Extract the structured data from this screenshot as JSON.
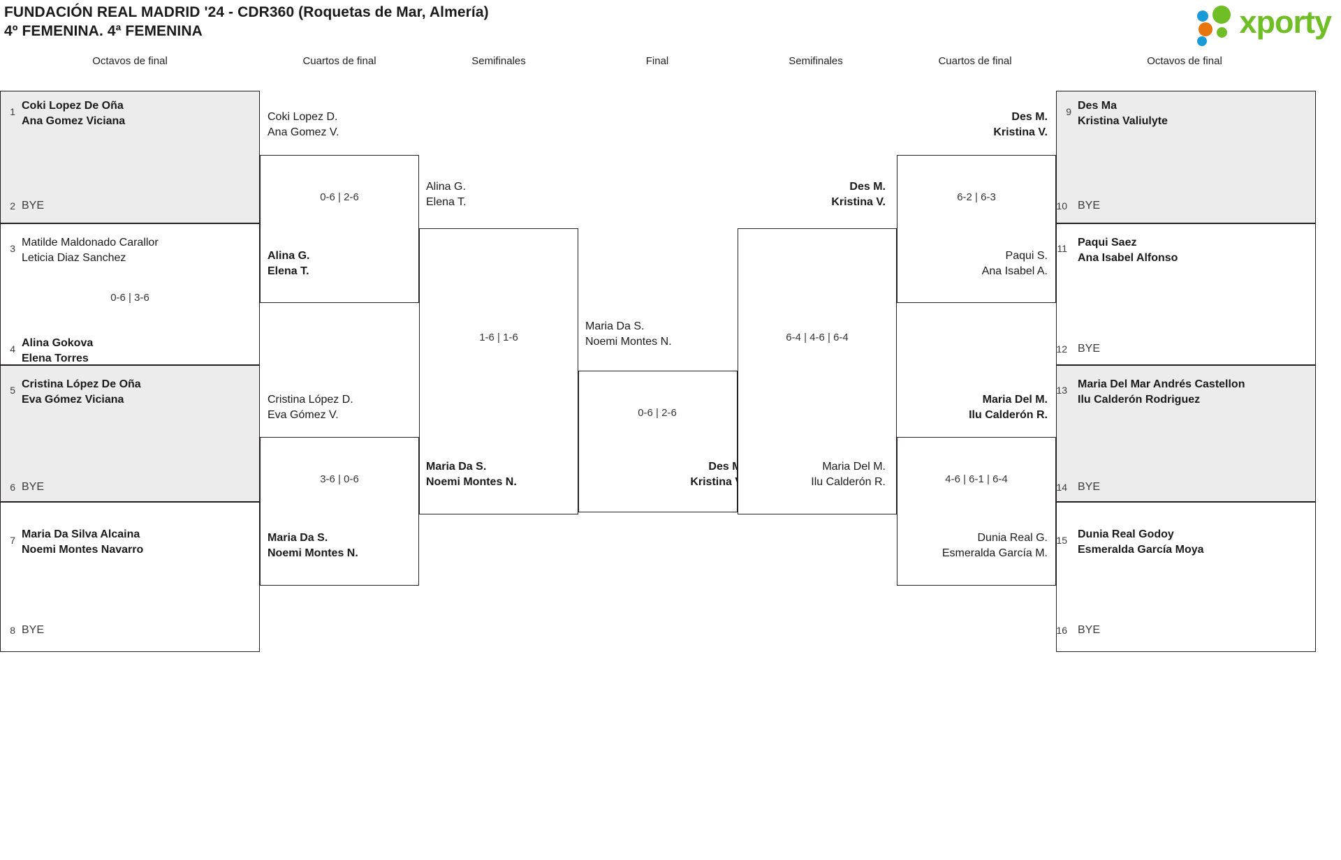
{
  "header": {
    "title_line1": "FUNDACIÓN REAL MADRID '24 - CDR360 (Roquetas de Mar, Almería)",
    "title_line2": "4º FEMENINA. 4ª FEMENINA",
    "logo_text": "xporty"
  },
  "round_labels": {
    "left_r16": "Octavos de final",
    "left_qf": "Cuartos de final",
    "left_sf": "Semifinales",
    "final": "Final",
    "right_sf": "Semifinales",
    "right_qf": "Cuartos de final",
    "right_r16": "Octavos de final"
  },
  "left_r16": [
    {
      "seed": "1",
      "line1": "Coki Lopez De Oña",
      "line2": "Ana Gomez Viciana",
      "bold": true,
      "shaded": true
    },
    {
      "seed": "2",
      "bye": "BYE",
      "shaded": true
    },
    {
      "seed": "3",
      "line1": "Matilde Maldonado Carallor",
      "line2": "Leticia Diaz Sanchez",
      "bold": false,
      "shaded": false
    },
    {
      "seed": "4",
      "line1": "Alina Gokova",
      "line2": "Elena Torres",
      "bold": true,
      "shaded": false
    },
    {
      "seed": "5",
      "line1": "Cristina López De Oña",
      "line2": "Eva Gómez Viciana",
      "bold": true,
      "shaded": true
    },
    {
      "seed": "6",
      "bye": "BYE",
      "shaded": true
    },
    {
      "seed": "7",
      "line1": "Maria Da Silva Alcaina",
      "line2": "Noemi Montes Navarro",
      "bold": true,
      "shaded": false
    },
    {
      "seed": "8",
      "bye": "BYE",
      "shaded": false
    }
  ],
  "right_r16": [
    {
      "seed": "9",
      "line1": "Des Ma",
      "line2": "Kristina Valiulyte",
      "bold": true,
      "shaded": true
    },
    {
      "seed": "10",
      "bye": "BYE",
      "shaded": true
    },
    {
      "seed": "11",
      "line1": "Paqui Saez",
      "line2": "Ana Isabel Alfonso",
      "bold": true,
      "shaded": false
    },
    {
      "seed": "12",
      "bye": "BYE",
      "shaded": false
    },
    {
      "seed": "13",
      "line1": "Maria Del Mar Andrés Castellon",
      "line2": "Ilu Calderón Rodriguez",
      "bold": true,
      "shaded": true
    },
    {
      "seed": "14",
      "bye": "BYE",
      "shaded": true
    },
    {
      "seed": "15",
      "line1": "Dunia Real Godoy",
      "line2": "Esmeralda García Moya",
      "bold": true,
      "shaded": false
    },
    {
      "seed": "16",
      "bye": "BYE",
      "shaded": false
    }
  ],
  "left_qf": [
    {
      "line1": "Coki Lopez D.",
      "line2": "Ana Gomez V.",
      "bold": false,
      "score": "0-6 | 2-6"
    },
    {
      "line1": "Alina G.",
      "line2": "Elena T.",
      "bold": true,
      "score": ""
    },
    {
      "line1": "Cristina López D.",
      "line2": "Eva Gómez V.",
      "bold": false,
      "score": "3-6 | 0-6"
    },
    {
      "line1": "Maria Da S.",
      "line2": "Noemi Montes N.",
      "bold": true,
      "score": ""
    }
  ],
  "left_sf": [
    {
      "line1": "Alina G.",
      "line2": "Elena T.",
      "bold": false,
      "score": "1-6 | 1-6"
    },
    {
      "line1": "Maria Da S.",
      "line2": "Noemi Montes N.",
      "bold": true,
      "score": ""
    }
  ],
  "left_final": {
    "line1": "Maria Da S.",
    "line2": "Noemi Montes N.",
    "bold": false,
    "score": "0-6 | 2-6"
  },
  "right_final": {
    "line1": "Des M.",
    "line2": "Kristina V.",
    "bold": true
  },
  "right_sf": [
    {
      "line1": "Des M.",
      "line2": "Kristina V.",
      "bold": true,
      "score": "6-4 | 4-6 | 6-4"
    },
    {
      "line1": "Maria Del M.",
      "line2": "Ilu Calderón R.",
      "bold": false,
      "score": ""
    }
  ],
  "right_qf": [
    {
      "line1": "Des M.",
      "line2": "Kristina V.",
      "bold": true,
      "score": "6-2 | 6-3"
    },
    {
      "line1": "Paqui S.",
      "line2": "Ana Isabel A.",
      "bold": false,
      "score": ""
    },
    {
      "line1": "Maria Del M.",
      "line2": "Ilu Calderón R.",
      "bold": true,
      "score": "4-6 | 6-1 | 6-4"
    },
    {
      "line1": "Dunia Real G.",
      "line2": "Esmeralda García M.",
      "bold": false,
      "score": ""
    }
  ]
}
